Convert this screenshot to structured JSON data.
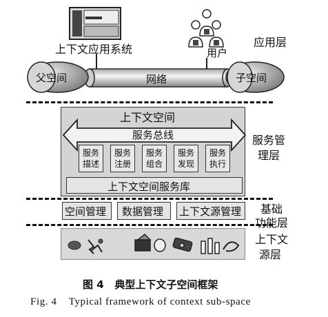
{
  "layers": {
    "application": "应用层",
    "service_mgmt_line1": "服务管",
    "service_mgmt_line2": "理层",
    "basic_line1": "基础",
    "basic_line2": "功能层",
    "context_src_line1": "上下文",
    "context_src_line2": "源层"
  },
  "top": {
    "app_system": "上下文应用系统",
    "user": "用户",
    "parent_space": "父空间",
    "network": "网络",
    "child_space": "子空间"
  },
  "main": {
    "context_space": "上下文空间",
    "service_bus": "服务总线",
    "services": [
      {
        "l1": "服务",
        "l2": "描述"
      },
      {
        "l1": "服务",
        "l2": "注册"
      },
      {
        "l1": "服务",
        "l2": "组合"
      },
      {
        "l1": "服务",
        "l2": "发现"
      },
      {
        "l1": "服务",
        "l2": "执行"
      }
    ],
    "service_lib": "上下文空间服务库"
  },
  "basic": {
    "space_mgmt": "空间管理",
    "data_mgmt": "数据管理",
    "source_mgmt": "上下文源管理"
  },
  "caption": {
    "cn": "图 4   典型上下文子空间框架",
    "en": "Fig. 4    Typical framework of context sub-space"
  },
  "colors": {
    "box_gray": "#cfcfcf",
    "line": "#222222"
  }
}
